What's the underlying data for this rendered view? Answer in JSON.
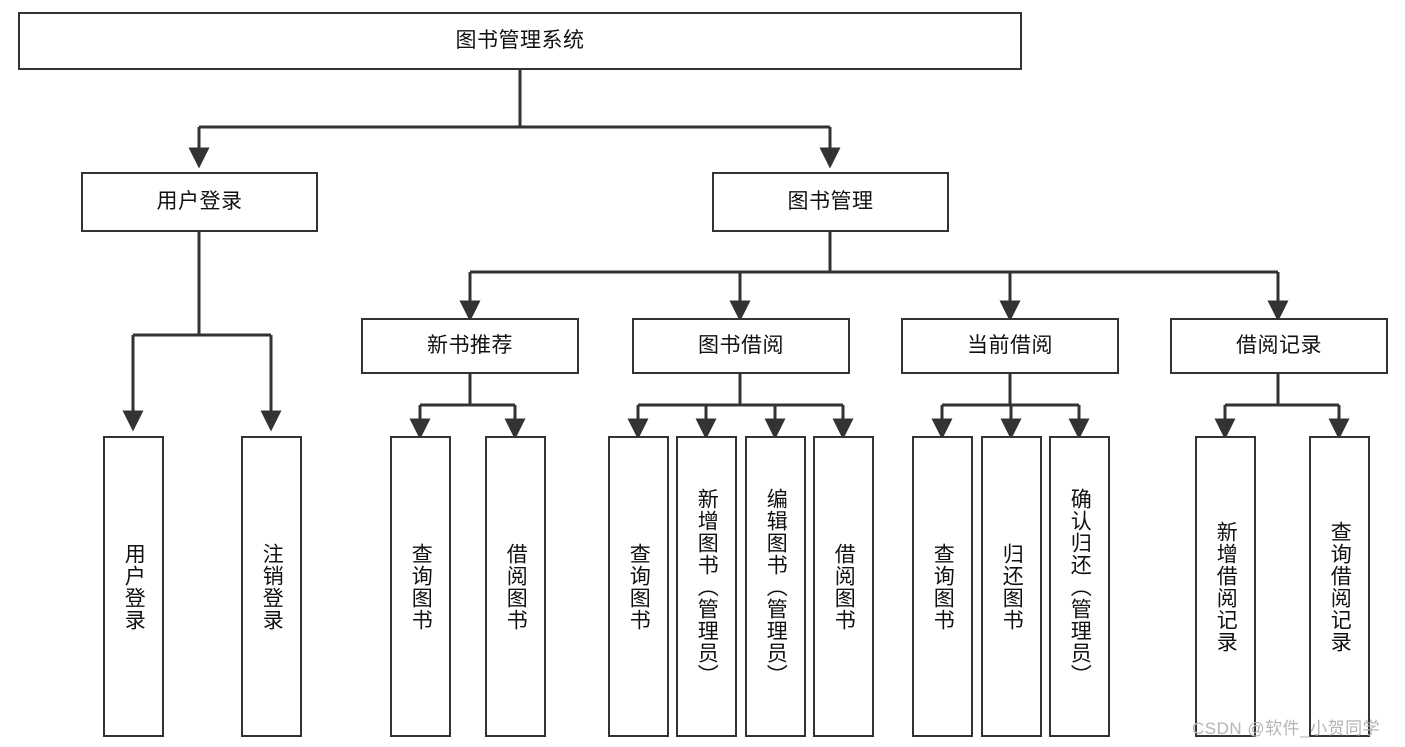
{
  "diagram": {
    "title": "图书管理系统",
    "type": "tree-hierarchy",
    "watermark": "CSDN @软件_小贺同学",
    "colors": {
      "box_border": "#333333",
      "box_fill": "#ffffff",
      "connector": "#333333",
      "text": "#111111",
      "watermark": "#b5b5b5"
    },
    "nodes": {
      "root": {
        "label": "图书管理系统"
      },
      "level2": [
        {
          "id": "user-login",
          "label": "用户登录"
        },
        {
          "id": "book-manage",
          "label": "图书管理"
        }
      ],
      "level3": [
        {
          "id": "new-book-recommend",
          "label": "新书推荐"
        },
        {
          "id": "book-borrow",
          "label": "图书借阅"
        },
        {
          "id": "current-borrow",
          "label": "当前借阅"
        },
        {
          "id": "borrow-record",
          "label": "借阅记录"
        }
      ],
      "leaves": {
        "user-login": [
          {
            "id": "leaf-user-login",
            "label": "用户登录"
          },
          {
            "id": "leaf-logout-login",
            "label": "注销登录"
          }
        ],
        "new-book-recommend": [
          {
            "id": "leaf-query-book-1",
            "label": "查询图书"
          },
          {
            "id": "leaf-borrow-book-1",
            "label": "借阅图书"
          }
        ],
        "book-borrow": [
          {
            "id": "leaf-query-book-2",
            "label": "查询图书"
          },
          {
            "id": "leaf-add-book",
            "label": "新增图书（管理员）"
          },
          {
            "id": "leaf-edit-book",
            "label": "编辑图书（管理员）"
          },
          {
            "id": "leaf-borrow-book-2",
            "label": "借阅图书"
          }
        ],
        "current-borrow": [
          {
            "id": "leaf-query-book-3",
            "label": "查询图书"
          },
          {
            "id": "leaf-return-book",
            "label": "归还图书"
          },
          {
            "id": "leaf-confirm-return",
            "label": "确认归还（管理员）"
          }
        ],
        "borrow-record": [
          {
            "id": "leaf-add-record",
            "label": "新增借阅记录"
          },
          {
            "id": "leaf-query-record",
            "label": "查询借阅记录"
          }
        ]
      }
    }
  }
}
